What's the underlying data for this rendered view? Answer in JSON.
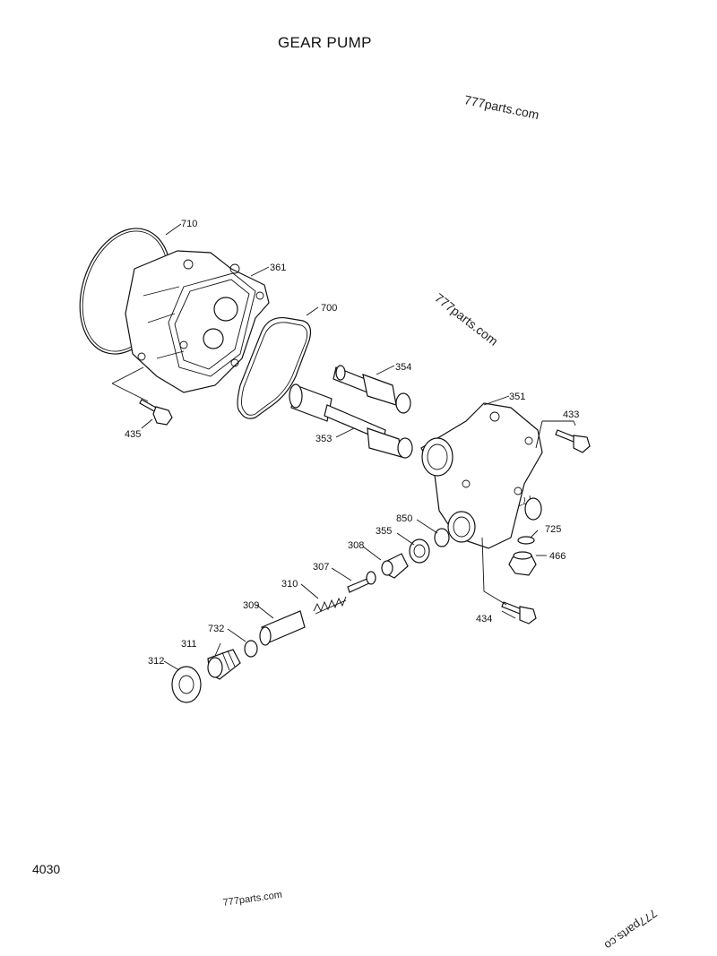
{
  "title": "GEAR PUMP",
  "page_number": "4030",
  "watermarks": [
    "777parts.com",
    "777parts.com",
    "777parts.com",
    "777parts.com",
    "777parts.co"
  ],
  "callouts": {
    "p710": "710",
    "p361": "361",
    "p700": "700",
    "p435": "435",
    "p354": "354",
    "p353": "353",
    "p351": "351",
    "p433": "433",
    "p850": "850",
    "p725": "725",
    "p355": "355",
    "p308": "308",
    "p466": "466",
    "p307": "307",
    "p310": "310",
    "p309": "309",
    "p434": "434",
    "p732": "732",
    "p311": "311",
    "p312": "312"
  }
}
